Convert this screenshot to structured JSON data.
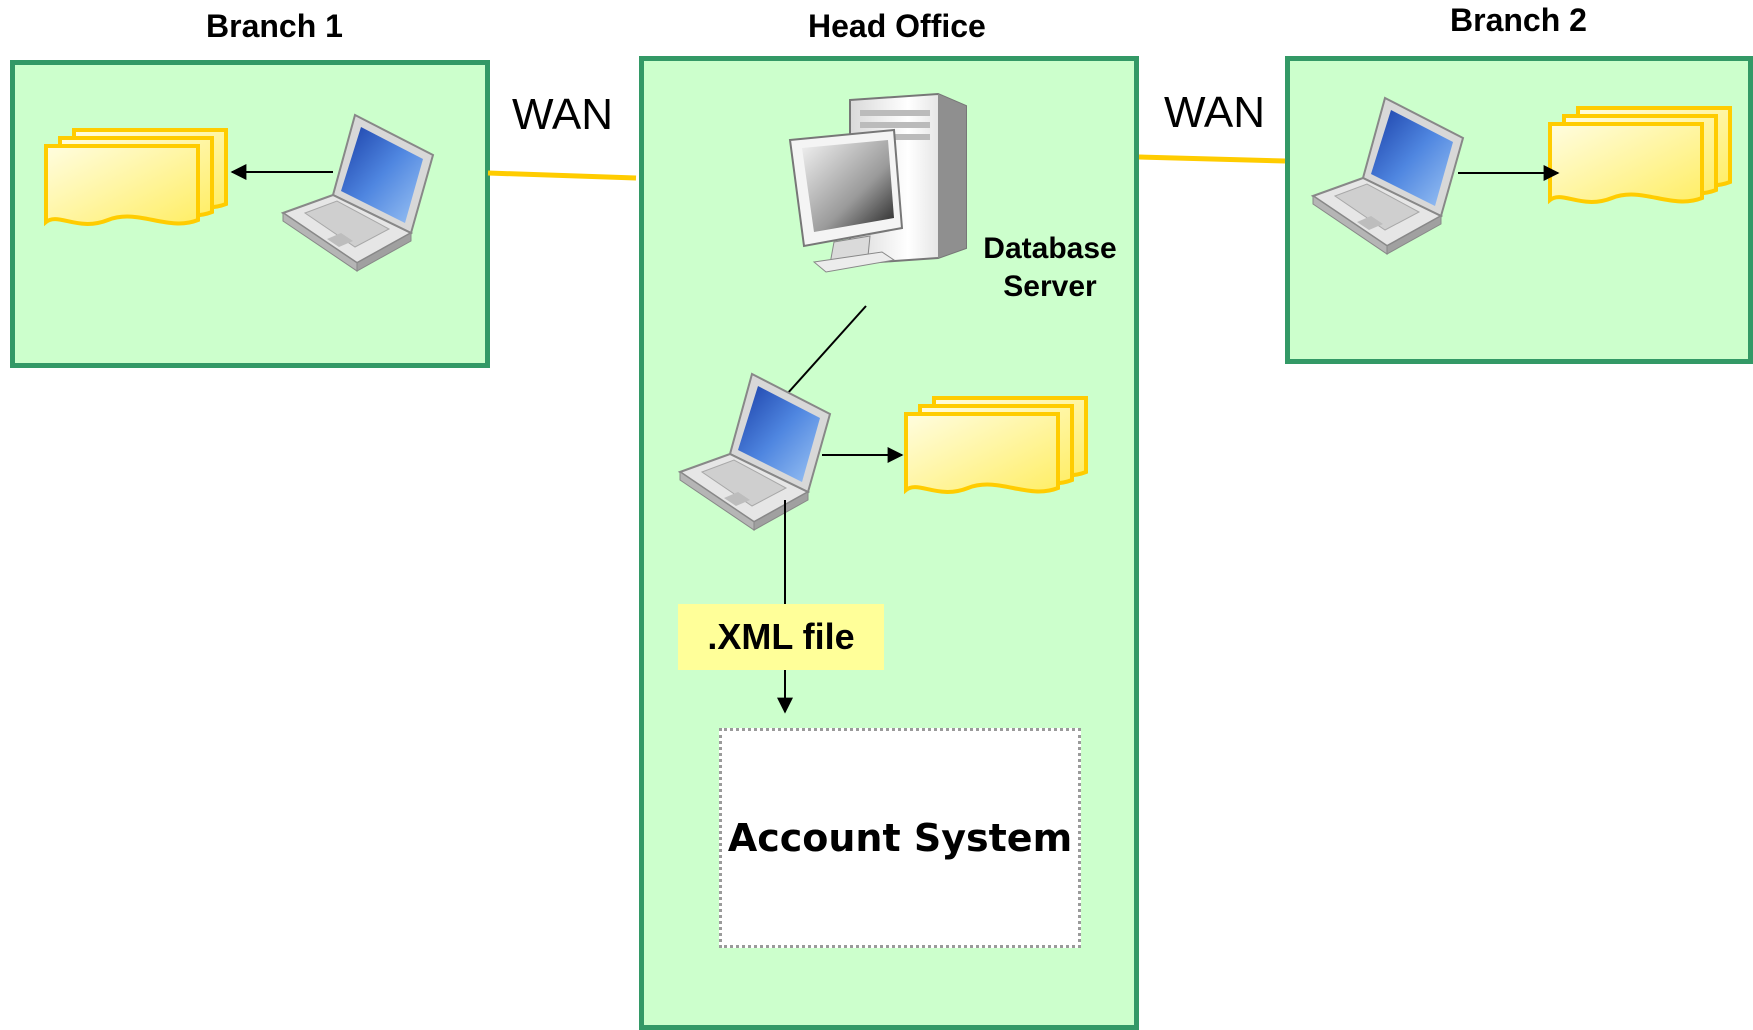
{
  "branch1": {
    "title": "Branch 1"
  },
  "head_office": {
    "title": "Head Office",
    "server_label_line1": "Database",
    "server_label_line2": "Server",
    "xml_label": ".XML file",
    "account_system_label": "Account System"
  },
  "branch2": {
    "title": "Branch 2"
  },
  "links": {
    "wan_left": "WAN",
    "wan_right": "WAN"
  },
  "colors": {
    "box_fill": "#ccffcc",
    "box_border": "#339966",
    "wan_line": "#ffcc00",
    "document_fill": "#ffff99",
    "document_border": "#ffcc00",
    "xml_fill": "#ffff99"
  },
  "icons": [
    "laptop-icon",
    "document-stack-icon",
    "server-computer-icon"
  ]
}
